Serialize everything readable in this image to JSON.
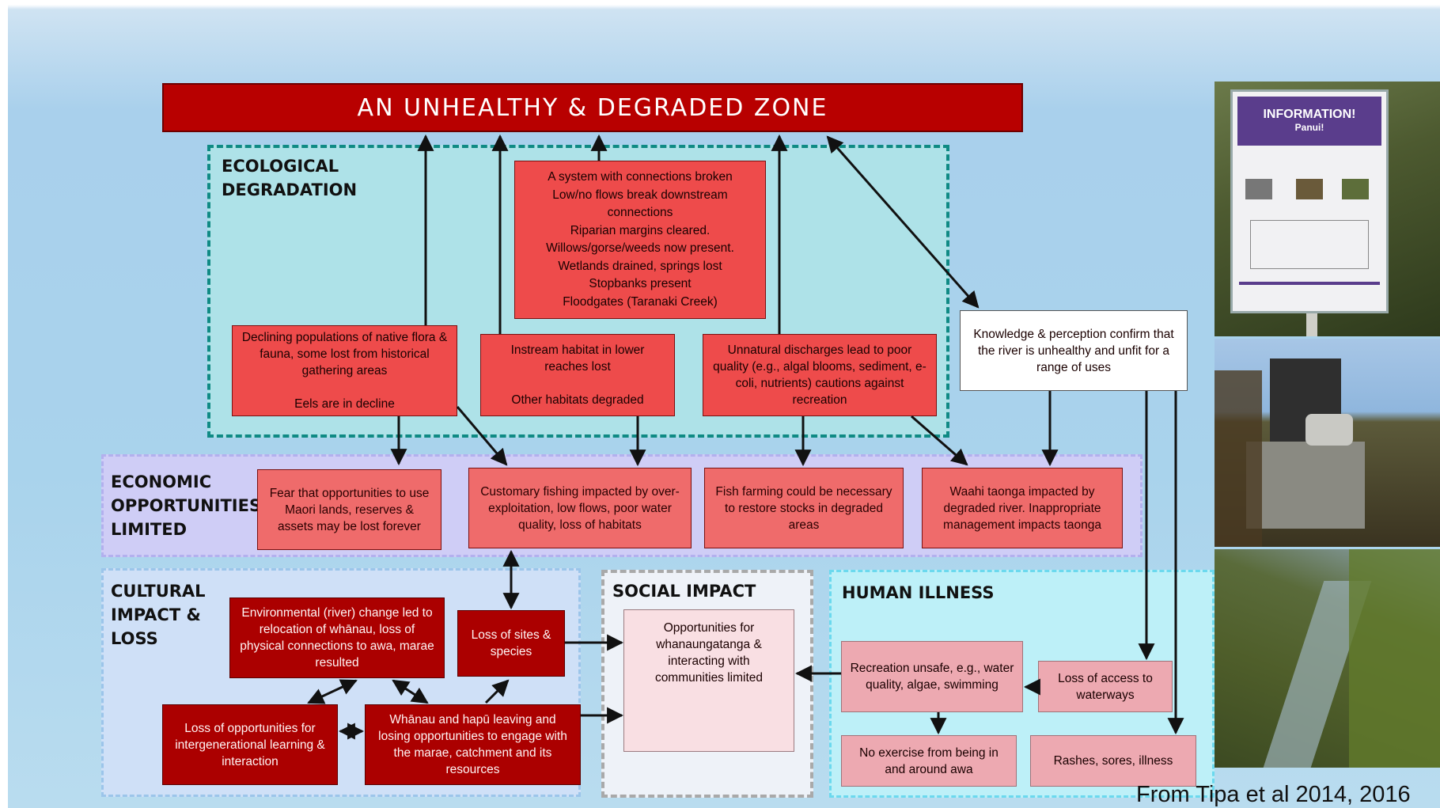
{
  "title": "AN UNHEALTHY & DEGRADED ZONE",
  "zones": {
    "ecological": "ECOLOGICAL\nDEGRADATION",
    "economic": "ECONOMIC\nOPPORTUNITIES\nLIMITED",
    "cultural": "CULTURAL\nIMPACT &\nLOSS",
    "social": "SOCIAL IMPACT",
    "human": "HUMAN ILLNESS"
  },
  "boxes": {
    "system_broken": "A system with connections broken\nLow/no flows break downstream connections\nRiparian margins cleared. Willows/gorse/weeds now present.\nWetlands drained, springs lost\nStopbanks present\nFloodgates (Taranaki Creek)",
    "declining_populations": "Declining populations of native flora & fauna, some lost from historical gathering areas\n\nEels are in decline",
    "instream_habitat": "Instream habitat in lower reaches lost\n\nOther habitats degraded",
    "unnatural_discharges": "Unnatural discharges lead to poor quality (e.g., algal blooms, sediment, e-coli, nutrients) cautions against recreation",
    "knowledge_perception": "Knowledge & perception confirm that the river is unhealthy and unfit for a range of uses",
    "fear_opportunities": "Fear that opportunities to use Maori lands, reserves & assets may be lost forever",
    "customary_fishing": "Customary fishing impacted by over-exploitation, low flows, poor water quality, loss of habitats",
    "fish_farming": "Fish farming could be necessary to restore stocks in degraded areas",
    "waahi_taonga": "Waahi taonga impacted by degraded river. Inappropriate management impacts taonga",
    "environmental_change": "Environmental (river) change led to relocation of whānau, loss of physical connections to awa, marae resulted",
    "loss_sites_species": "Loss of sites & species",
    "loss_intergenerational": "Loss of opportunities for intergenerational learning & interaction",
    "whanau_hapu": "Whānau and hapū leaving and losing opportunities to engage with the marae, catchment and its resources",
    "whanaungatanga": "Opportunities for whanaungatanga & interacting with communities limited",
    "recreation_unsafe": "Recreation unsafe, e.g., water quality, algae, swimming",
    "loss_access": "Loss of access to waterways",
    "no_exercise": "No exercise from being in and around awa",
    "rashes": "Rashes, sores, illness"
  },
  "photos": {
    "sign_title": "INFORMATION!",
    "sign_subtitle": "Panui!"
  },
  "caption": "From Tipa et al 2014, 2016",
  "colors": {
    "title_red": "#b80000",
    "box_red": "#ee4b4b",
    "box_dark_red": "#ab0000",
    "box_light_pink": "#eda9b1"
  }
}
